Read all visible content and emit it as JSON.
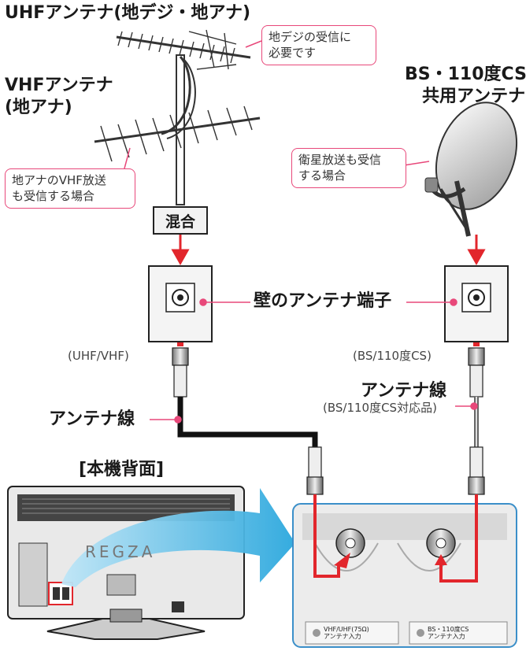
{
  "labels": {
    "uhf_antenna": "UHFアンテナ(地デジ・地アナ)",
    "vhf_antenna_1": "VHFアンテナ",
    "vhf_antenna_2": "(地アナ)",
    "bs_antenna_1": "BS・110度CS",
    "bs_antenna_2": "共用アンテナ",
    "mix": "混合",
    "wall_terminal": "壁のアンテナ端子",
    "uhf_vhf": "(UHF/VHF)",
    "bs_110cs": "(BS/110度CS)",
    "cable_left": "アンテナ線",
    "cable_right": "アンテナ線",
    "cable_right_note": "(BS/110度CS対応品)",
    "back_panel": "[本機背面]",
    "brand": "REGZA"
  },
  "callouts": {
    "digital": [
      "地デジの受信に",
      "必要です"
    ],
    "analog_vhf": [
      "地アナのVHF放送",
      "も受信する場合"
    ],
    "satellite": [
      "衛星放送も受信",
      "する場合"
    ]
  },
  "ports": {
    "vhf_uhf_1": "VHF/UHF(75Ω)",
    "vhf_uhf_2": "アンテナ入力",
    "bs_1": "BS・110度CS",
    "bs_2": "アンテナ入力"
  },
  "colors": {
    "accent_red": "#e2262c",
    "callout_border": "#e8487a",
    "cable_blue": "#2aa7dd",
    "panel_border": "#3b8fc9"
  }
}
